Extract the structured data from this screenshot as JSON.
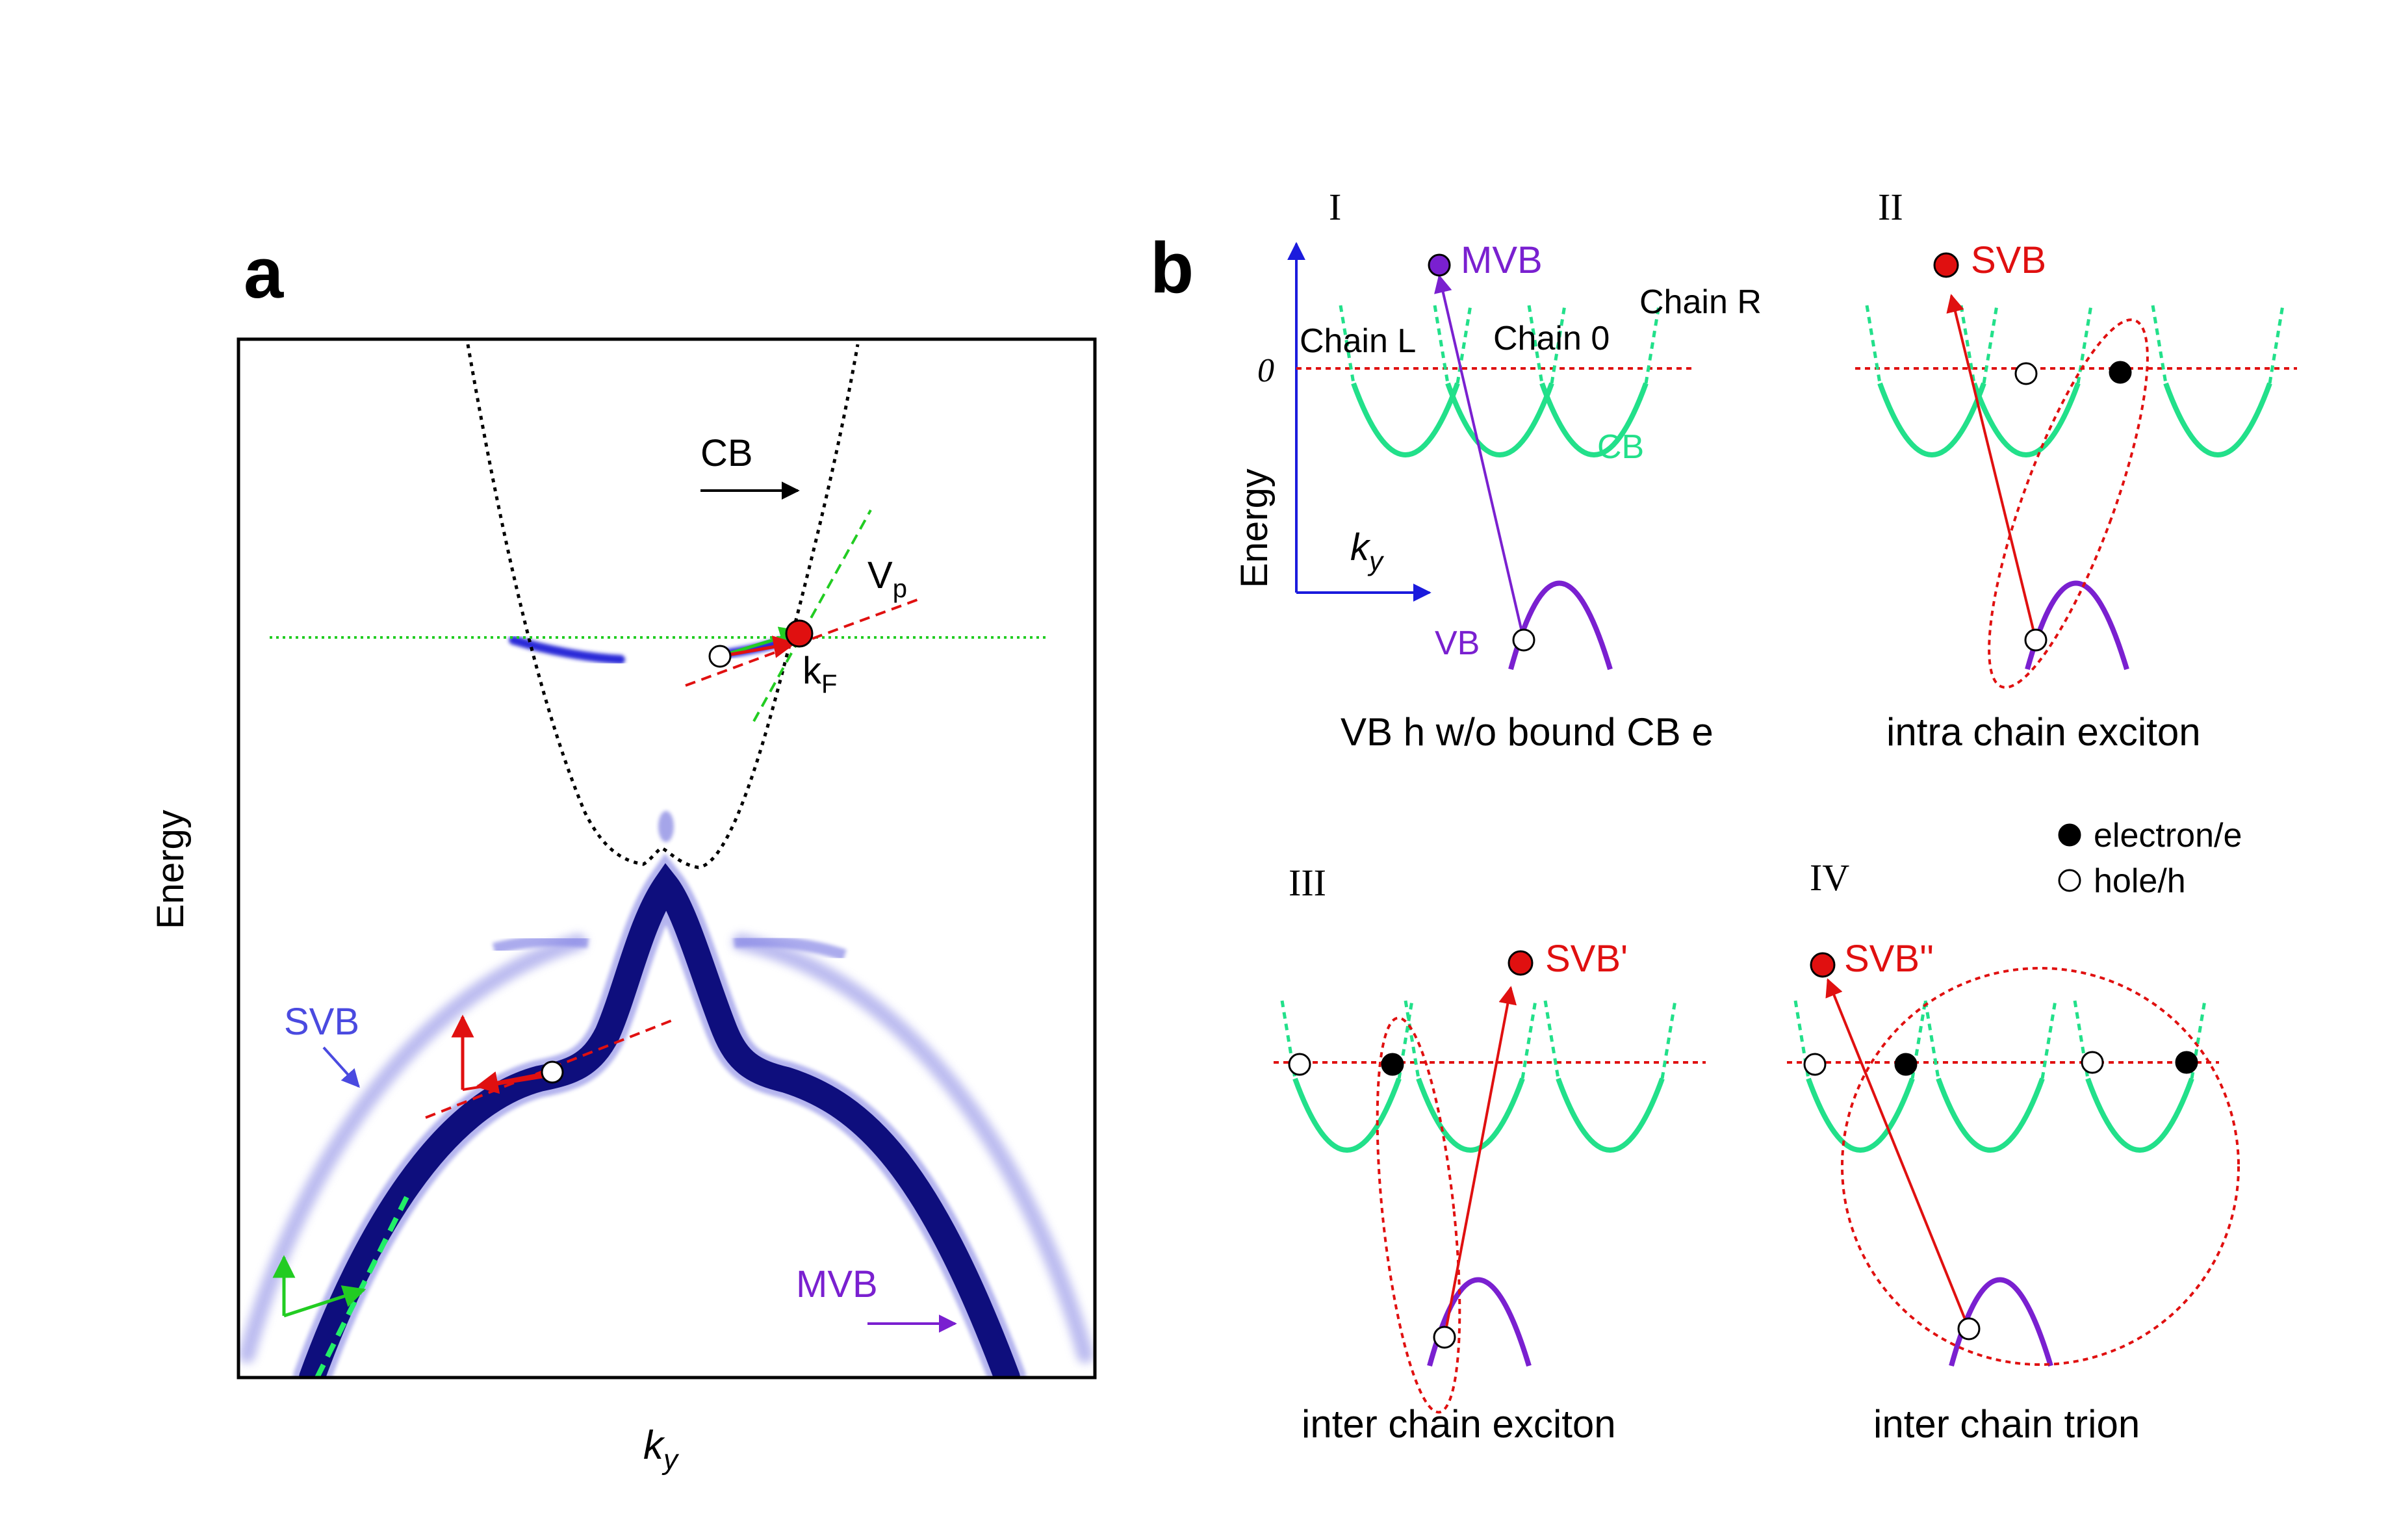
{
  "panel_a": {
    "letter": "a",
    "ylabel": "Energy",
    "xlabel_main": "k",
    "xlabel_sub": "y",
    "band_labels": {
      "cb": "CB",
      "svb": "SVB",
      "mvb": "MVB",
      "vp_main": "V",
      "vp_sub": "p",
      "kf_main": "k",
      "kf_sub": "F"
    }
  },
  "panel_b": {
    "letter": "b",
    "ylabel": "Energy",
    "xlabel_main": "k",
    "xlabel_sub": "y",
    "zero": "0",
    "legend": {
      "electron": "electron/e",
      "hole": "hole/h"
    },
    "subpanels": [
      {
        "roman": "I",
        "top_label": "MVB",
        "caption": "VB h w/o bound CB e",
        "chain_labels": [
          "Chain L",
          "Chain 0",
          "Chain R"
        ],
        "cb_label": "CB",
        "vb_label": "VB"
      },
      {
        "roman": "II",
        "top_label": "SVB",
        "caption": "intra chain exciton"
      },
      {
        "roman": "III",
        "top_label": "SVB'",
        "caption": "inter chain exciton"
      },
      {
        "roman": "IV",
        "top_label": "SVB''",
        "caption": "inter chain trion"
      }
    ]
  },
  "colors": {
    "cb_green": "#22e08a",
    "fermi_red": "#e01010",
    "mvb_purple": "#7a20d0",
    "svb_blue": "#4a4ae0",
    "band_dark": "#00005a",
    "axis_blue": "#1b1bdd",
    "fermi_green": "#22cc22"
  }
}
